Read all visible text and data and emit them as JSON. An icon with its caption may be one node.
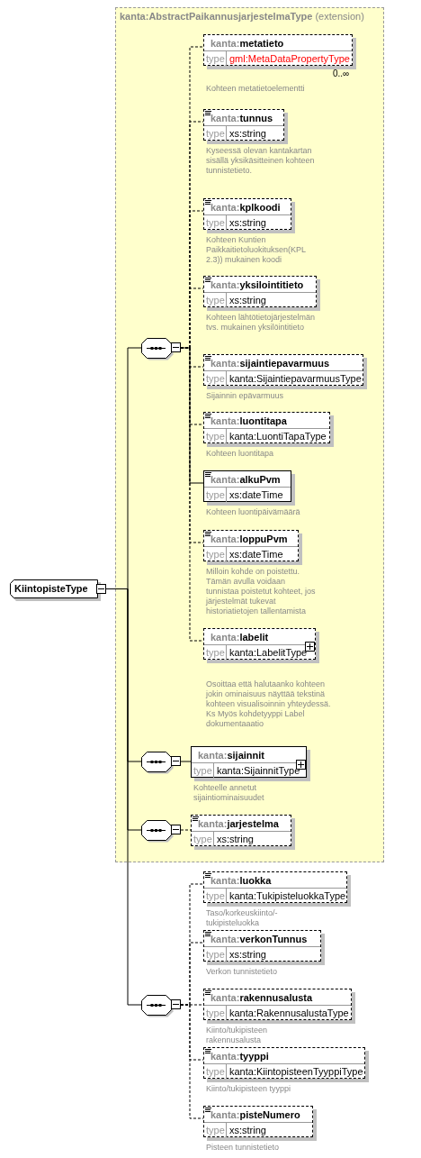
{
  "diagram": {
    "nodes": [
      {
        "text": [
          "KiintopisteType"
        ]
      },
      {
        "text": [
          "**kanta:AbstractPaikannusjarjestelmaType** (extension)"
        ]
      },
      {
        "text": [],
        "shape": "octagon",
        "in": 1
      },
      {
        "text": [
          "kanta:**metatieto**",
          "type",
          "gml:MetaDataPropertyType"
        ],
        "in": 1,
        "beside": [
          "0..∞",
          "Kohteen metatietoelementti"
        ]
      },
      {
        "text": [
          "kanta:**tunnus**",
          "type",
          "xs:string"
        ],
        "in": 1,
        "beside": [
          "Kyseessä olevan kantakartan sisällä yksikäsitteinen kohteen tunnistetieto."
        ]
      },
      {
        "text": [
          "kanta:**kplkoodi**",
          "type",
          "xs:string"
        ],
        "in": 1,
        "beside": [
          "Kohteen Kuntien Paikkaitietoluokituksen(KPL 2.3)) mukainen koodi"
        ]
      },
      {
        "text": [
          "kanta:**yksilointitieto**",
          "type",
          "xs:string"
        ],
        "in": 1,
        "beside": [
          "Kohteen lähtötietojärjestelmän tvs. mukainen yksilöintitieto"
        ]
      },
      {
        "text": [
          "kanta:**sijaintiepavarmuus**",
          "type",
          "kanta:SijaintiepavarmuusType"
        ],
        "in": 1,
        "beside": [
          "Sijainnin epävarmuus"
        ]
      },
      {
        "text": [
          "kanta:**luontitapa**",
          "type",
          "kanta:LuontiTapaType"
        ],
        "in": 1,
        "beside": [
          "Kohteen luontitapa"
        ]
      },
      {
        "text": [
          "kanta:**alkuPvm**",
          "type",
          "xs:dateTime"
        ],
        "in": 1,
        "beside": [
          "Kohteen luontipäivämäärä"
        ]
      },
      {
        "text": [
          "kanta:**loppuPvm**",
          "type",
          "xs:dateTime"
        ],
        "in": 1,
        "beside": [
          "Milloin kohde on poistettu. Tämän avulla voidaan tunnistaa poistetut kohteet, jos järjestelmät tukevat historiatietojen tallentamista"
        ]
      },
      {
        "text": [
          "kanta:**labelit**",
          "type",
          "kanta:LabelitType"
        ],
        "in": 1,
        "beside": [
          "Osoittaa että halutaanko kohteen jokin ominaisuus näyttää tekstinä kohteen visualisoinnin yhteydessä. Ks Myös kohdetyyppi Label dokumentaaatio"
        ]
      },
      {
        "text": [],
        "shape": "octagon",
        "in": 1
      },
      {
        "text": [
          "kanta:**sijainnit**",
          "type",
          "kanta:SijainnitType"
        ],
        "in": 1,
        "beside": [
          "Kohteelle annetut sijaintiominaisuudet"
        ]
      },
      {
        "text": [],
        "shape": "octagon",
        "in": 1
      },
      {
        "text": [
          "kanta:**jarjestelma**",
          "type",
          "xs:string"
        ],
        "in": 1
      },
      {
        "text": [],
        "shape": "octagon"
      },
      {
        "text": [
          "kanta:**luokka**",
          "type",
          "kanta:TukipisteluokkaType"
        ],
        "beside": [
          "Taso/korkeuskiinto/-tukipisteluokka"
        ]
      },
      {
        "text": [
          "kanta:**verkonTunnus**",
          "type",
          "xs:string"
        ],
        "beside": [
          "Verkon tunnistetieto"
        ]
      },
      {
        "text": [
          "kanta:**rakennusalusta**",
          "type",
          "kanta:RakennusalustaType"
        ],
        "beside": [
          "Kiinto/tukipisteen rakennusalusta"
        ]
      },
      {
        "text": [
          "kanta:**tyyppi**",
          "type",
          "kanta:KiintopisteenTyyppiType"
        ],
        "beside": [
          "Kiinto/tukipisteen tyyppi"
        ]
      },
      {
        "text": [
          "kanta:**pisteNumero**",
          "type",
          "xs:string"
        ],
        "beside": [
          "Pisteen tunnistetieto"
        ]
      }
    ],
    "edges": [
      {
        "from": 0,
        "to": 2,
        "arrow": "none"
      },
      {
        "from": 0,
        "to": 12,
        "arrow": "none"
      },
      {
        "from": 0,
        "to": 14,
        "arrow": "none"
      },
      {
        "from": 0,
        "to": 16,
        "arrow": "none"
      },
      {
        "from": 2,
        "to": 3,
        "arrow": "none",
        "style": "dashed"
      },
      {
        "from": 2,
        "to": 4,
        "arrow": "none",
        "style": "dashed"
      },
      {
        "from": 2,
        "to": 5,
        "arrow": "none",
        "style": "dashed"
      },
      {
        "from": 2,
        "to": 6,
        "arrow": "none",
        "style": "dashed"
      },
      {
        "from": 2,
        "to": 7,
        "arrow": "none",
        "style": "dashed"
      },
      {
        "from": 2,
        "to": 8,
        "arrow": "none",
        "style": "dashed"
      },
      {
        "from": 2,
        "to": 9,
        "arrow": "none"
      },
      {
        "from": 2,
        "to": 10,
        "arrow": "none",
        "style": "dashed"
      },
      {
        "from": 2,
        "to": 11,
        "arrow": "none",
        "style": "dashed"
      },
      {
        "from": 12,
        "to": 13,
        "arrow": "none"
      },
      {
        "from": 14,
        "to": 15,
        "arrow": "none",
        "style": "dashed"
      },
      {
        "from": 16,
        "to": 17,
        "arrow": "none",
        "style": "dashed"
      },
      {
        "from": 16,
        "to": 18,
        "arrow": "none",
        "style": "dashed"
      },
      {
        "from": 16,
        "to": 19,
        "arrow": "none",
        "style": "dashed"
      },
      {
        "from": 16,
        "to": 20,
        "arrow": "none",
        "style": "dashed"
      },
      {
        "from": 16,
        "to": 21,
        "arrow": "none",
        "style": "dashed"
      }
    ]
  }
}
